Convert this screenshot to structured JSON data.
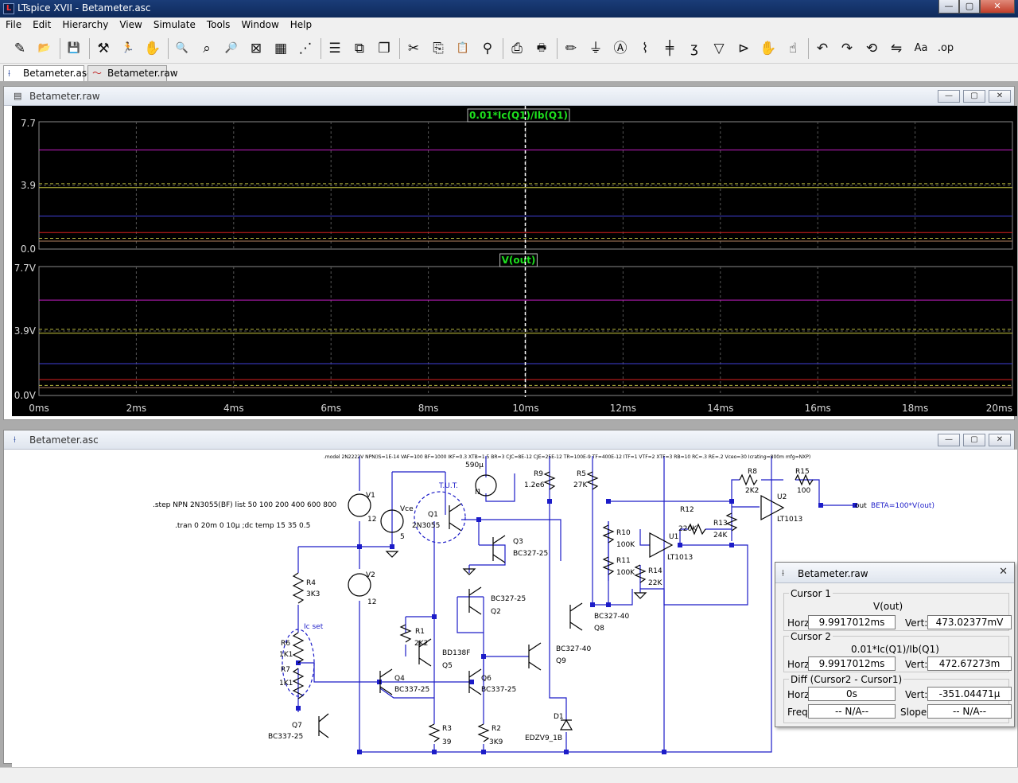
{
  "window": {
    "title": "LTspice XVII - Betameter.asc",
    "buttons": {
      "minimize": "—",
      "maximize": "▢",
      "close": "✕"
    }
  },
  "menu": [
    "File",
    "Edit",
    "Hierarchy",
    "View",
    "Simulate",
    "Tools",
    "Window",
    "Help"
  ],
  "toolbar": [
    {
      "name": "new-schematic-icon",
      "glyph": "✎"
    },
    {
      "name": "open-icon",
      "glyph": "📂"
    },
    {
      "name": "save-icon",
      "glyph": "💾"
    },
    {
      "name": "control-panel-icon",
      "glyph": "⚒"
    },
    {
      "name": "run-icon",
      "glyph": "🏃"
    },
    {
      "name": "halt-icon",
      "glyph": "✋"
    },
    {
      "name": "zoom-in-icon",
      "glyph": "🔍"
    },
    {
      "name": "zoom-pan-icon",
      "glyph": "⌕"
    },
    {
      "name": "zoom-out-icon",
      "glyph": "🔎"
    },
    {
      "name": "zoom-fit-icon",
      "glyph": "⊠"
    },
    {
      "name": "autorange-icon",
      "glyph": "▦"
    },
    {
      "name": "grid-icon",
      "glyph": "⋰"
    },
    {
      "name": "tile-horizontal-icon",
      "glyph": "☰"
    },
    {
      "name": "tile-vertical-icon",
      "glyph": "⧉"
    },
    {
      "name": "cascade-icon",
      "glyph": "❐"
    },
    {
      "name": "cut-icon",
      "glyph": "✂"
    },
    {
      "name": "copy-icon",
      "glyph": "⎘"
    },
    {
      "name": "paste-icon",
      "glyph": "📋"
    },
    {
      "name": "find-icon",
      "glyph": "⚲"
    },
    {
      "name": "print-icon",
      "glyph": "⎙"
    },
    {
      "name": "print-setup-icon",
      "glyph": "🖶"
    },
    {
      "name": "wire-icon",
      "glyph": "✏"
    },
    {
      "name": "ground-icon",
      "glyph": "⏚"
    },
    {
      "name": "label-net-icon",
      "glyph": "Ⓐ"
    },
    {
      "name": "resistor-icon",
      "glyph": "⌇"
    },
    {
      "name": "capacitor-icon",
      "glyph": "╪"
    },
    {
      "name": "inductor-icon",
      "glyph": "ʒ"
    },
    {
      "name": "diode-icon",
      "glyph": "▽"
    },
    {
      "name": "component-icon",
      "glyph": "⊳"
    },
    {
      "name": "move-icon",
      "glyph": "✋"
    },
    {
      "name": "drag-icon",
      "glyph": "☝"
    },
    {
      "name": "undo-icon",
      "glyph": "↶"
    },
    {
      "name": "redo-icon",
      "glyph": "↷"
    },
    {
      "name": "rotate-icon",
      "glyph": "⟲"
    },
    {
      "name": "mirror-icon",
      "glyph": "⇋"
    },
    {
      "name": "text-icon",
      "glyph": "Aa"
    },
    {
      "name": "spice-directive-icon",
      "glyph": ".op"
    }
  ],
  "tabs": [
    {
      "label": "Betameter.asc",
      "icon": "schematic-icon",
      "active": true
    },
    {
      "label": "Betameter.raw",
      "icon": "waveform-icon",
      "active": false
    }
  ],
  "waveform_window": {
    "title": "Betameter.raw"
  },
  "schematic_window": {
    "title": "Betameter.asc"
  },
  "chart_data": [
    {
      "type": "line",
      "title": "0.01*Ic(Q1)/Ib(Q1)",
      "x": [
        0,
        20
      ],
      "xlim": [
        0,
        20
      ],
      "ylim": [
        0,
        7.7
      ],
      "yticks": [
        "7.7",
        "3.9",
        "0.0"
      ],
      "xticks": [
        "0ms",
        "2ms",
        "4ms",
        "6ms",
        "8ms",
        "10ms",
        "12ms",
        "14ms",
        "16ms",
        "18ms",
        "20ms"
      ],
      "grid": true,
      "background": "#000000",
      "series": [
        {
          "values": [
            6.0,
            6.0
          ],
          "color": "#c71fc7"
        },
        {
          "values": [
            3.95,
            3.95
          ],
          "color": "#b8b840",
          "dashed": true
        },
        {
          "values": [
            3.72,
            3.72
          ],
          "color": "#c8c840"
        },
        {
          "values": [
            2.0,
            2.0
          ],
          "color": "#4040d8"
        },
        {
          "values": [
            1.0,
            1.0
          ],
          "color": "#d82020"
        },
        {
          "values": [
            0.65,
            0.65
          ],
          "color": "#b8b840",
          "dashed": true
        },
        {
          "values": [
            0.48,
            0.48
          ],
          "color": "#b08060"
        }
      ]
    },
    {
      "type": "line",
      "title": "V(out)",
      "x": [
        0,
        20
      ],
      "xlim": [
        0,
        20
      ],
      "ylim": [
        0,
        7.7
      ],
      "yticks": [
        "7.7V",
        "3.9V",
        "0.0V"
      ],
      "xticks": [
        "0ms",
        "2ms",
        "4ms",
        "6ms",
        "8ms",
        "10ms",
        "12ms",
        "14ms",
        "16ms",
        "18ms",
        "20ms"
      ],
      "grid": true,
      "background": "#000000",
      "series": [
        {
          "values": [
            5.7,
            5.7
          ],
          "color": "#c71fc7"
        },
        {
          "values": [
            3.95,
            3.95
          ],
          "color": "#b8b840",
          "dashed": true
        },
        {
          "values": [
            3.72,
            3.72
          ],
          "color": "#c8c840"
        },
        {
          "values": [
            1.9,
            1.9
          ],
          "color": "#4040d8"
        },
        {
          "values": [
            0.95,
            0.95
          ],
          "color": "#d82020"
        },
        {
          "values": [
            0.6,
            0.6
          ],
          "color": "#b8b840",
          "dashed": true
        },
        {
          "values": [
            0.47,
            0.47
          ],
          "color": "#b08060"
        }
      ],
      "cursor_x": 9.9917012
    }
  ],
  "schematic": {
    "model_line": ".model 2N2222V NPN(IS=1E-14 VAF=100 BF=1000 IKF=0.3 XTB=1.5 BR=3 CJC=8E-12 CJE=25E-12 TR=100E-9 TF=400E-12 ITF=1 VTF=2 XTF=3 RB=10 RC=.3 RE=.2 Vceo=30 Icrating=800m mfg=NXP)",
    "step": ".step NPN 2N3055(BF) list 50 100 200 400 600 800",
    "tran": ".tran 0 20m 0 10µ    ;dc temp 15 35 0.5",
    "tut": "T.U.T.",
    "icset": "Ic set",
    "out_label": "out",
    "beta": "BETA=100*V(out)",
    "labels": {
      "V1": "V1",
      "V1v": "12",
      "V2": "V2",
      "V2v": "12",
      "Vce": "Vce",
      "Vcev": "5",
      "Q1": "Q1",
      "Q1m": "2N3055",
      "I1": "I1",
      "I1v": "590µ",
      "R9": "R9",
      "R9v": "1.2e6",
      "R5": "R5",
      "R5v": "27K",
      "Q3": "Q3",
      "Q3m": "BC327-25",
      "Q2": "Q2",
      "Q2m": "BC327-25",
      "R1": "R1",
      "R1v": "2K2",
      "Q5": "Q5",
      "Q5m": "BD138F",
      "Q4": "Q4",
      "Q4m": "BC337-25",
      "Q6": "Q6",
      "Q6m": "BC337-25",
      "Q7": "Q7",
      "Q7m": "BC337-25",
      "Q8": "Q8",
      "Q8m": "BC327-40",
      "Q9": "Q9",
      "Q9m": "BC327-40",
      "R4": "R4",
      "R4v": "3K3",
      "R6": "R6",
      "R6v": "1K1",
      "R7": "R7",
      "R7v": "1K1",
      "R3": "R3",
      "R3v": "39",
      "R2": "R2",
      "R2v": "3K9",
      "D1": "D1",
      "D1m": "EDZV9_1B",
      "R10": "R10",
      "R10v": "100K",
      "R11": "R11",
      "R11v": "100K",
      "R12": "R12",
      "R12v": "220K",
      "R13": "R13",
      "R13v": "24K",
      "R14": "R14",
      "R14v": "22K",
      "R8": "R8",
      "R8v": "2K2",
      "R15": "R15",
      "R15v": "100",
      "U1": "U1",
      "U1m": "LT1013",
      "U2": "U2",
      "U2m": "LT1013"
    }
  },
  "cursor_window": {
    "title": "Betameter.raw",
    "cursor1": {
      "label": "Cursor 1",
      "trace": "V(out)",
      "horz_label": "Horz:",
      "horz": "9.9917012ms",
      "vert_label": "Vert:",
      "vert": "473.02377mV"
    },
    "cursor2": {
      "label": "Cursor 2",
      "trace": "0.01*Ic(Q1)/Ib(Q1)",
      "horz_label": "Horz:",
      "horz": "9.9917012ms",
      "vert_label": "Vert:",
      "vert": "472.67273m"
    },
    "diff": {
      "label": "Diff (Cursor2 - Cursor1)",
      "horz_label": "Horz:",
      "horz": "0s",
      "vert_label": "Vert:",
      "vert": "-351.04471µ",
      "freq_label": "Freq:",
      "freq": "-- N/A--",
      "slope_label": "Slope:",
      "slope": "-- N/A--"
    }
  }
}
